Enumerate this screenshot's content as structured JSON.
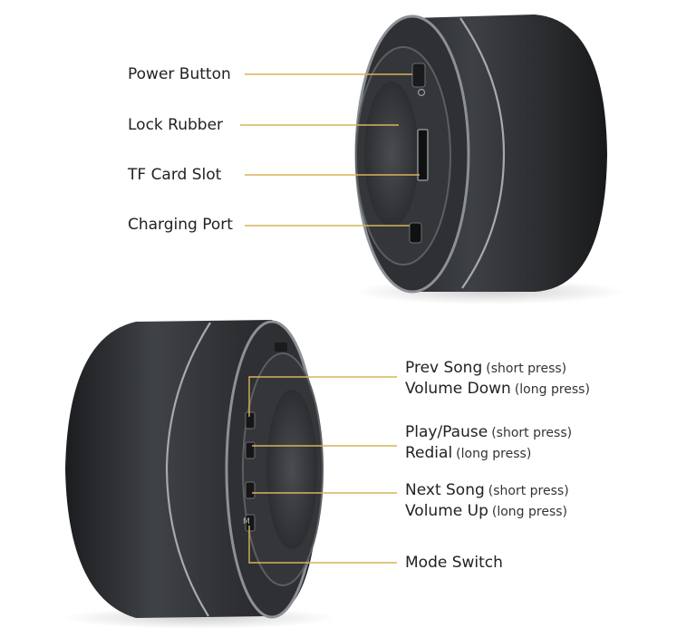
{
  "colors": {
    "leader": "#d7b35a",
    "body_dark": "#2b2d30",
    "body_mid": "#45484c",
    "rim": "#9a9da1"
  },
  "top_labels": {
    "power_button": "Power Button",
    "lock_rubber": "Lock Rubber",
    "tf_card_slot": "TF Card Slot",
    "charging_port": "Charging Port"
  },
  "bottom_labels": {
    "prev_song": {
      "main": "Prev Song",
      "sub": "(short press)"
    },
    "volume_down": {
      "main": "Volume Down",
      "sub": "(long press)"
    },
    "play_pause": {
      "main": "Play/Pause",
      "sub": "(short press)"
    },
    "redial": {
      "main": "Redial",
      "sub": "(long press)"
    },
    "next_song": {
      "main": "Next Song",
      "sub": "(short press)"
    },
    "volume_up": {
      "main": "Volume Up",
      "sub": "(long press)"
    },
    "mode_switch": {
      "main": "Mode Switch"
    }
  },
  "icons": {
    "power_symbol": "⏻",
    "mode_letter": "M"
  }
}
